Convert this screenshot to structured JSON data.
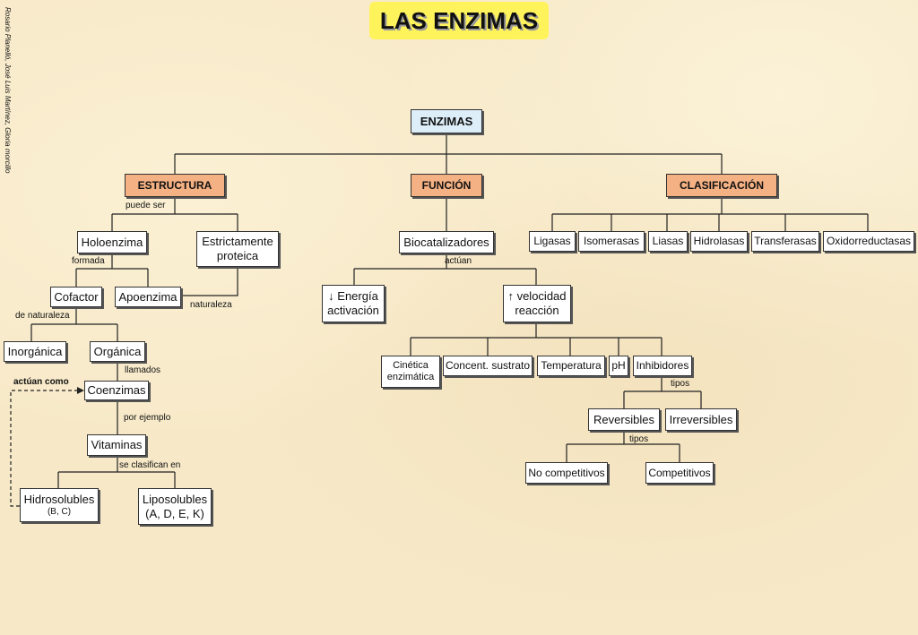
{
  "title": "LAS ENZIMAS",
  "credit": "Rosario Planelló, José Luis Martínez, Gloria morcillo",
  "root": "ENZIMAS",
  "categories": {
    "estructura": "ESTRUCTURA",
    "funcion": "FUNCIÓN",
    "clasificacion": "CLASIFICACIÓN"
  },
  "estructura": {
    "puede_ser": "puede ser",
    "holoenzima": "Holoenzima",
    "estrictamente": "Estrictamente",
    "proteica": "proteica",
    "formada": "formada",
    "cofactor": "Cofactor",
    "apoenzima": "Apoenzima",
    "naturaleza": "naturaleza",
    "de_naturaleza": "de naturaleza",
    "inorganica": "Inorgánica",
    "organica": "Orgánica",
    "llamados": "llamados",
    "actuan_como": "actúan como",
    "coenzimas": "Coenzimas",
    "por_ejemplo": "por ejemplo",
    "vitaminas": "Vitaminas",
    "se_clasifican": "se clasifican en",
    "hidrosolubles": "Hidrosolubles",
    "hidro_sub": "(B, C)",
    "liposolubles": "Liposolubles",
    "lipo_sub": "(A, D, E, K)"
  },
  "funcion": {
    "biocatalizadores": "Biocatalizadores",
    "actuan": "actúan",
    "energia_1": "↓ Energía",
    "energia_2": "activación",
    "velocidad_1": "↑ velocidad",
    "velocidad_2": "reacción",
    "cinetica_1": "Cinética",
    "cinetica_2": "enzimática",
    "concent": "Concent. sustrato",
    "temperatura": "Temperatura",
    "ph": "pH",
    "inhibidores": "Inhibidores",
    "tipos1": "tipos",
    "reversibles": "Reversibles",
    "irreversibles": "Irreversibles",
    "tipos2": "tipos",
    "no_competitivos": "No competitivos",
    "competitivos": "Competitivos"
  },
  "clasificacion": {
    "items": [
      "Ligasas",
      "Isomerasas",
      "Liasas",
      "Hidrolasas",
      "Transferasas",
      "Oxidorreductasas"
    ]
  }
}
